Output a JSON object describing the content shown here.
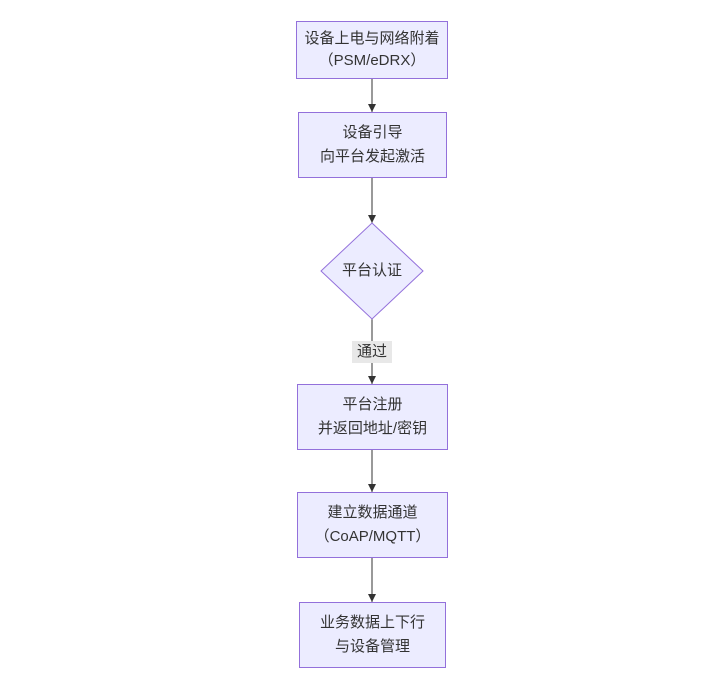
{
  "diagram": {
    "type": "flowchart-vertical",
    "nodes": {
      "power_attach": {
        "line1": "设备上电与网络附着",
        "line2": "（PSM/eDRX）"
      },
      "bootstrap": {
        "line1": "设备引导",
        "line2": "向平台发起激活"
      },
      "platform_auth": {
        "label": "平台认证"
      },
      "register": {
        "line1": "平台注册",
        "line2": "并返回地址/密钥"
      },
      "data_channel": {
        "line1": "建立数据通道",
        "line2": "（CoAP/MQTT）"
      },
      "business": {
        "line1": "业务数据上下行",
        "line2": "与设备管理"
      }
    },
    "edge_labels": {
      "auth_pass": "通过"
    },
    "colors": {
      "node_fill": "#ECECFF",
      "node_border": "#9370DB",
      "edge_line": "#333333",
      "edge_label_bg": "#E8E8E8",
      "text": "#333333",
      "background": "#FFFFFF"
    }
  }
}
